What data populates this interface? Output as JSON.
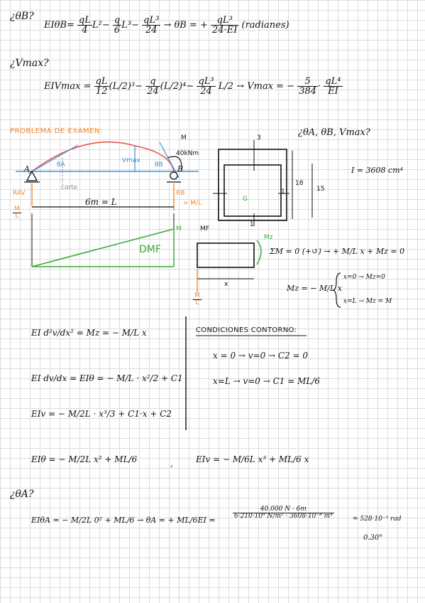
{
  "sections": {
    "theta_b_q": "¿θB?",
    "vmax_q": "¿Vmax?",
    "exam_title": "PROBLEMA DE EXAMEN:",
    "exam_q": "¿θA, θB, Vmax?",
    "theta_a_q": "¿θA?"
  },
  "eq1": {
    "lhs": "EIθB=",
    "t1n": "qL",
    "t1d": "4",
    "t1x": "L²−",
    "t2n": "q",
    "t2d": "6",
    "t2x": "L³−",
    "t3n": "qL³",
    "t3d": "24",
    "arrow": "→ θB = +",
    "resn": "qL³",
    "resd": "24·EI",
    "note": "(radianes)"
  },
  "eq2": {
    "lhs": "EIVmax =",
    "t1n": "qL",
    "t1d": "12",
    "t1p": "(L/2)³−",
    "t2n": "q",
    "t2d": "24",
    "t2p": "(L/2)⁴−",
    "t3n": "qL³",
    "t3d": "24",
    "t3x": "L/2",
    "arrow": "→ Vmax = −",
    "resn": "5",
    "resd": "384",
    "dot": "·",
    "res2n": "qL⁴",
    "res2d": "EI"
  },
  "beam": {
    "m_label": "M",
    "m_value": "40kNm",
    "a_label": "A",
    "b_label": "B",
    "theta_a": "θA",
    "vmax": "Vmax",
    "theta_b": "θB",
    "corte": "corte",
    "rav": "RAV",
    "rav_eq_num": "M",
    "rav_eq_den": "L",
    "rb": "RB",
    "rb_eq": "= M/L",
    "length": "6m = L",
    "mf_label": "MF",
    "dmf_label": "DMF",
    "dmf_m": "M",
    "cut_m": "Mz",
    "cut_x": "x",
    "cut_force_num": "M",
    "cut_force_den": "L",
    "sum_eq": "ΣM = 0 (+↺) → + M/L x + Mz = 0",
    "mz_eq": "Mz = − M/L x",
    "case1": "x=0 → Mz=0",
    "case2": "x=L → Mz = M"
  },
  "section": {
    "dim_top": "3",
    "dim_h1": "18",
    "dim_h2": "15",
    "dim_side": "1",
    "dim_bottom": "1",
    "centroid": "G",
    "inertia": "I = 3608 cm⁴"
  },
  "diff": {
    "e1": "EI d²v/dx² = Mz = − M/L x",
    "e2": "EI dv/dx = EIθ = − M/L · x²/2 + C1",
    "e3": "EIv = − M/2L · x³/3 + C1·x + C2",
    "bc_title": "CONDICIONES CONTORNO:",
    "bc1": "x = 0 → v=0 → C2 = 0",
    "bc2": "x=L → v=0 → C1 = ML/6",
    "r1": "EIθ = − M/2L x² + ML/6",
    "comma": ",",
    "r2": "EIv = − M/6L x³ + ML/6 x"
  },
  "final": {
    "eq": "EIθA = − M/2L 0² + ML/6 → θA = + ML/6EI =",
    "frac_num": "40.000 N · 6m",
    "frac_den": "6·210·10⁹ N/m² · 3608·10⁻⁸ m⁴",
    "result": "= 528·10⁻⁵ rad",
    "deg": "0.30°"
  }
}
